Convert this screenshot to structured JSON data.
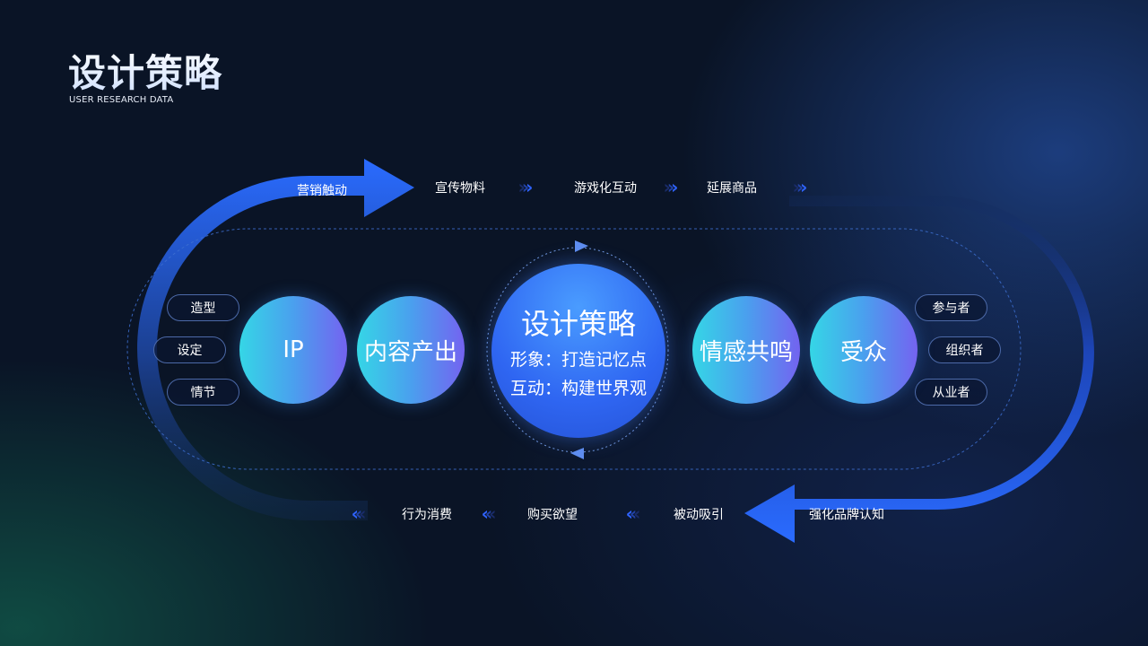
{
  "header": {
    "title": "设计策略",
    "subtitle": "USER RESEARCH DATA"
  },
  "top_flow": {
    "arrow_label": "营销触动",
    "steps": [
      "宣传物料",
      "游戏化互动",
      "延展商品"
    ]
  },
  "bottom_flow": {
    "arrow_label": "强化品牌认知",
    "steps": [
      "被动吸引",
      "购买欲望",
      "行为消费"
    ]
  },
  "left_tags": [
    "造型",
    "设定",
    "情节"
  ],
  "right_tags": [
    "参与者",
    "组织者",
    "从业者"
  ],
  "nodes": {
    "ip": "IP",
    "content": "内容产出",
    "emotion": "情感共鸣",
    "audience": "受众"
  },
  "center": {
    "title": "设计策略",
    "line1": "形象：打造记忆点",
    "line2": "互动：构建世界观"
  },
  "colors": {
    "accent_blue": "#2f63ff",
    "background": "#0a1426",
    "node_gradient_start": "#35d6e6",
    "node_gradient_end": "#7463f0"
  }
}
